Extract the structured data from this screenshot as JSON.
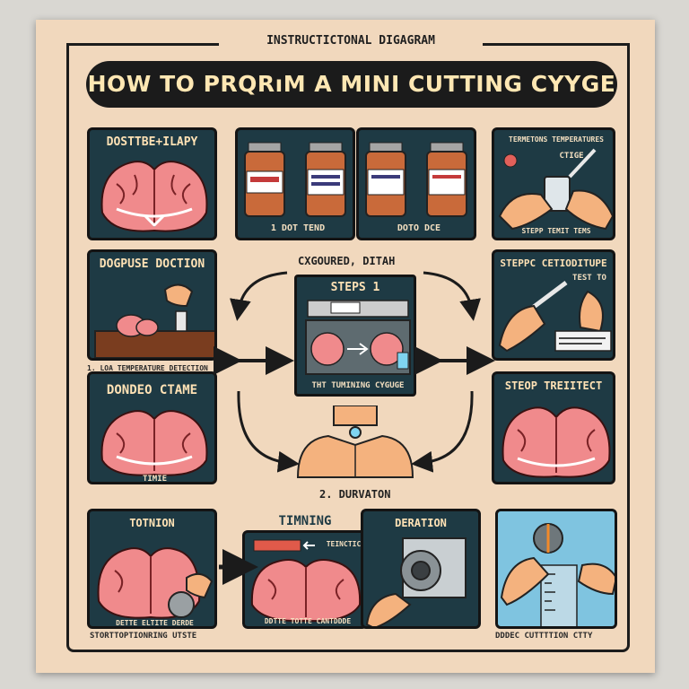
{
  "header": {
    "subtitle": "INSTRUCTICTONAL DIGAGRAM",
    "title": "HOW TO PRQRıM A MINI CUTTING CYYGE"
  },
  "panels": {
    "top_left": {
      "title": "DOSTTBE+ILAPY"
    },
    "top_mid_a": {
      "caption": "1 DOT TEND"
    },
    "top_mid_b": {
      "caption": "DOTO DCE"
    },
    "top_right": {
      "label_top": "TERMETONS TEMPERATURES",
      "label_inner": "CTIGE",
      "caption": "STEPP TEMIT TEMS"
    },
    "mid_left": {
      "title": "DOGPUSE DOCTION",
      "caption": "1. LOA TEMPERATURE DETECTION"
    },
    "center": {
      "title": "STEPS 1",
      "caption": "THT TUMINING CYGUGE",
      "label_top": "CXGOURED, DITAH",
      "label_bottom": "2. DURVATON"
    },
    "mid_right": {
      "title": "STEPPC CETIODITUPE",
      "inner": "TEST TO"
    },
    "row3_left": {
      "title": "DONDEO CTAME",
      "caption": "TIMIE"
    },
    "row3_right": {
      "title": "STEOP TREIITECT"
    },
    "bottom_1": {
      "title": "TOTNION",
      "caption": "DETTE ELTITE DERDE"
    },
    "bottom_2": {
      "title": "TIMNING",
      "inner": "TEINCTIC",
      "caption": "DDTTE TOTTE CANTDDDE"
    },
    "bottom_3": {
      "title": "DERATION"
    },
    "bottom_4": {}
  },
  "footer": {
    "left": "STORTTOPTIONRING UTSTE",
    "right": "DDDEC CUTTTTION CTTY"
  },
  "colors": {
    "poster": "#f1d8bd",
    "panel": "#1e3a44",
    "brain": "#f08a8c",
    "skin": "#f4b27e",
    "banner": "#1b1b1b"
  }
}
